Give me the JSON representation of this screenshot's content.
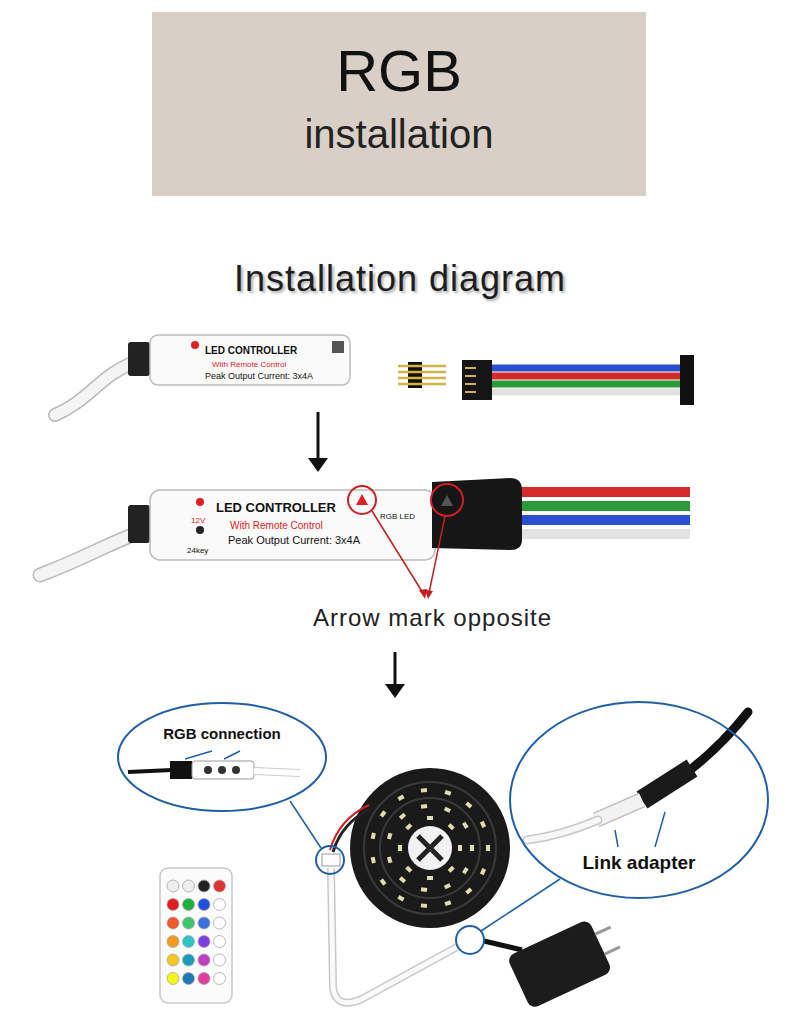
{
  "diagram": {
    "title": "Installation diagram",
    "nodes": [
      {
        "text": [
          "RGB",
          "installation"
        ]
      },
      {
        "text": [
          "RGB connection"
        ]
      },
      {
        "text": [
          "Link adapter"
        ]
      }
    ],
    "labels": [
      "LED CONTROLLER",
      "With Remote Control",
      "Peak Output Current: 3x4A",
      "LED CONTROLLER",
      "With Remote Control",
      "Peak Output Current: 3x4A",
      "12V",
      "24key",
      "RGB LED",
      "Arrow mark opposite"
    ]
  }
}
